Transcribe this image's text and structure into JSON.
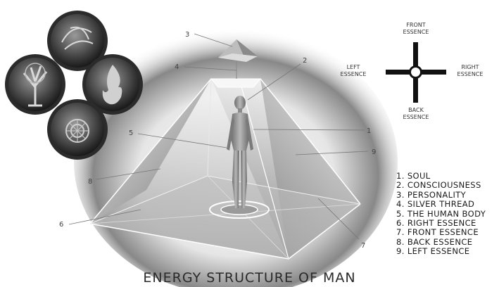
{
  "title": "ENERGY STRUCTURE OF MAN",
  "legend": [
    "1. SOUL",
    "2. CONSCIOUSNESS",
    "3. PERSONALITY",
    "4. SILVER THREAD",
    "5. THE HUMAN BODY",
    "6. RIGHT ESSENCE",
    "7. FRONT ESSENCE",
    "8. BACK ESSENCE",
    "9. LEFT ESSENCE"
  ],
  "compass": {
    "front": [
      "FRONT",
      "ESSENCE"
    ],
    "back": [
      "BACK",
      "ESSENCE"
    ],
    "left": [
      "LEFT",
      "ESSENCE"
    ],
    "right": [
      "RIGHT",
      "ESSENCE"
    ]
  },
  "callouts": [
    "1",
    "2",
    "3",
    "4",
    "5",
    "6",
    "7",
    "8",
    "9"
  ],
  "element_icons": [
    "air-icon",
    "fire-icon",
    "earth-icon",
    "water-icon"
  ]
}
